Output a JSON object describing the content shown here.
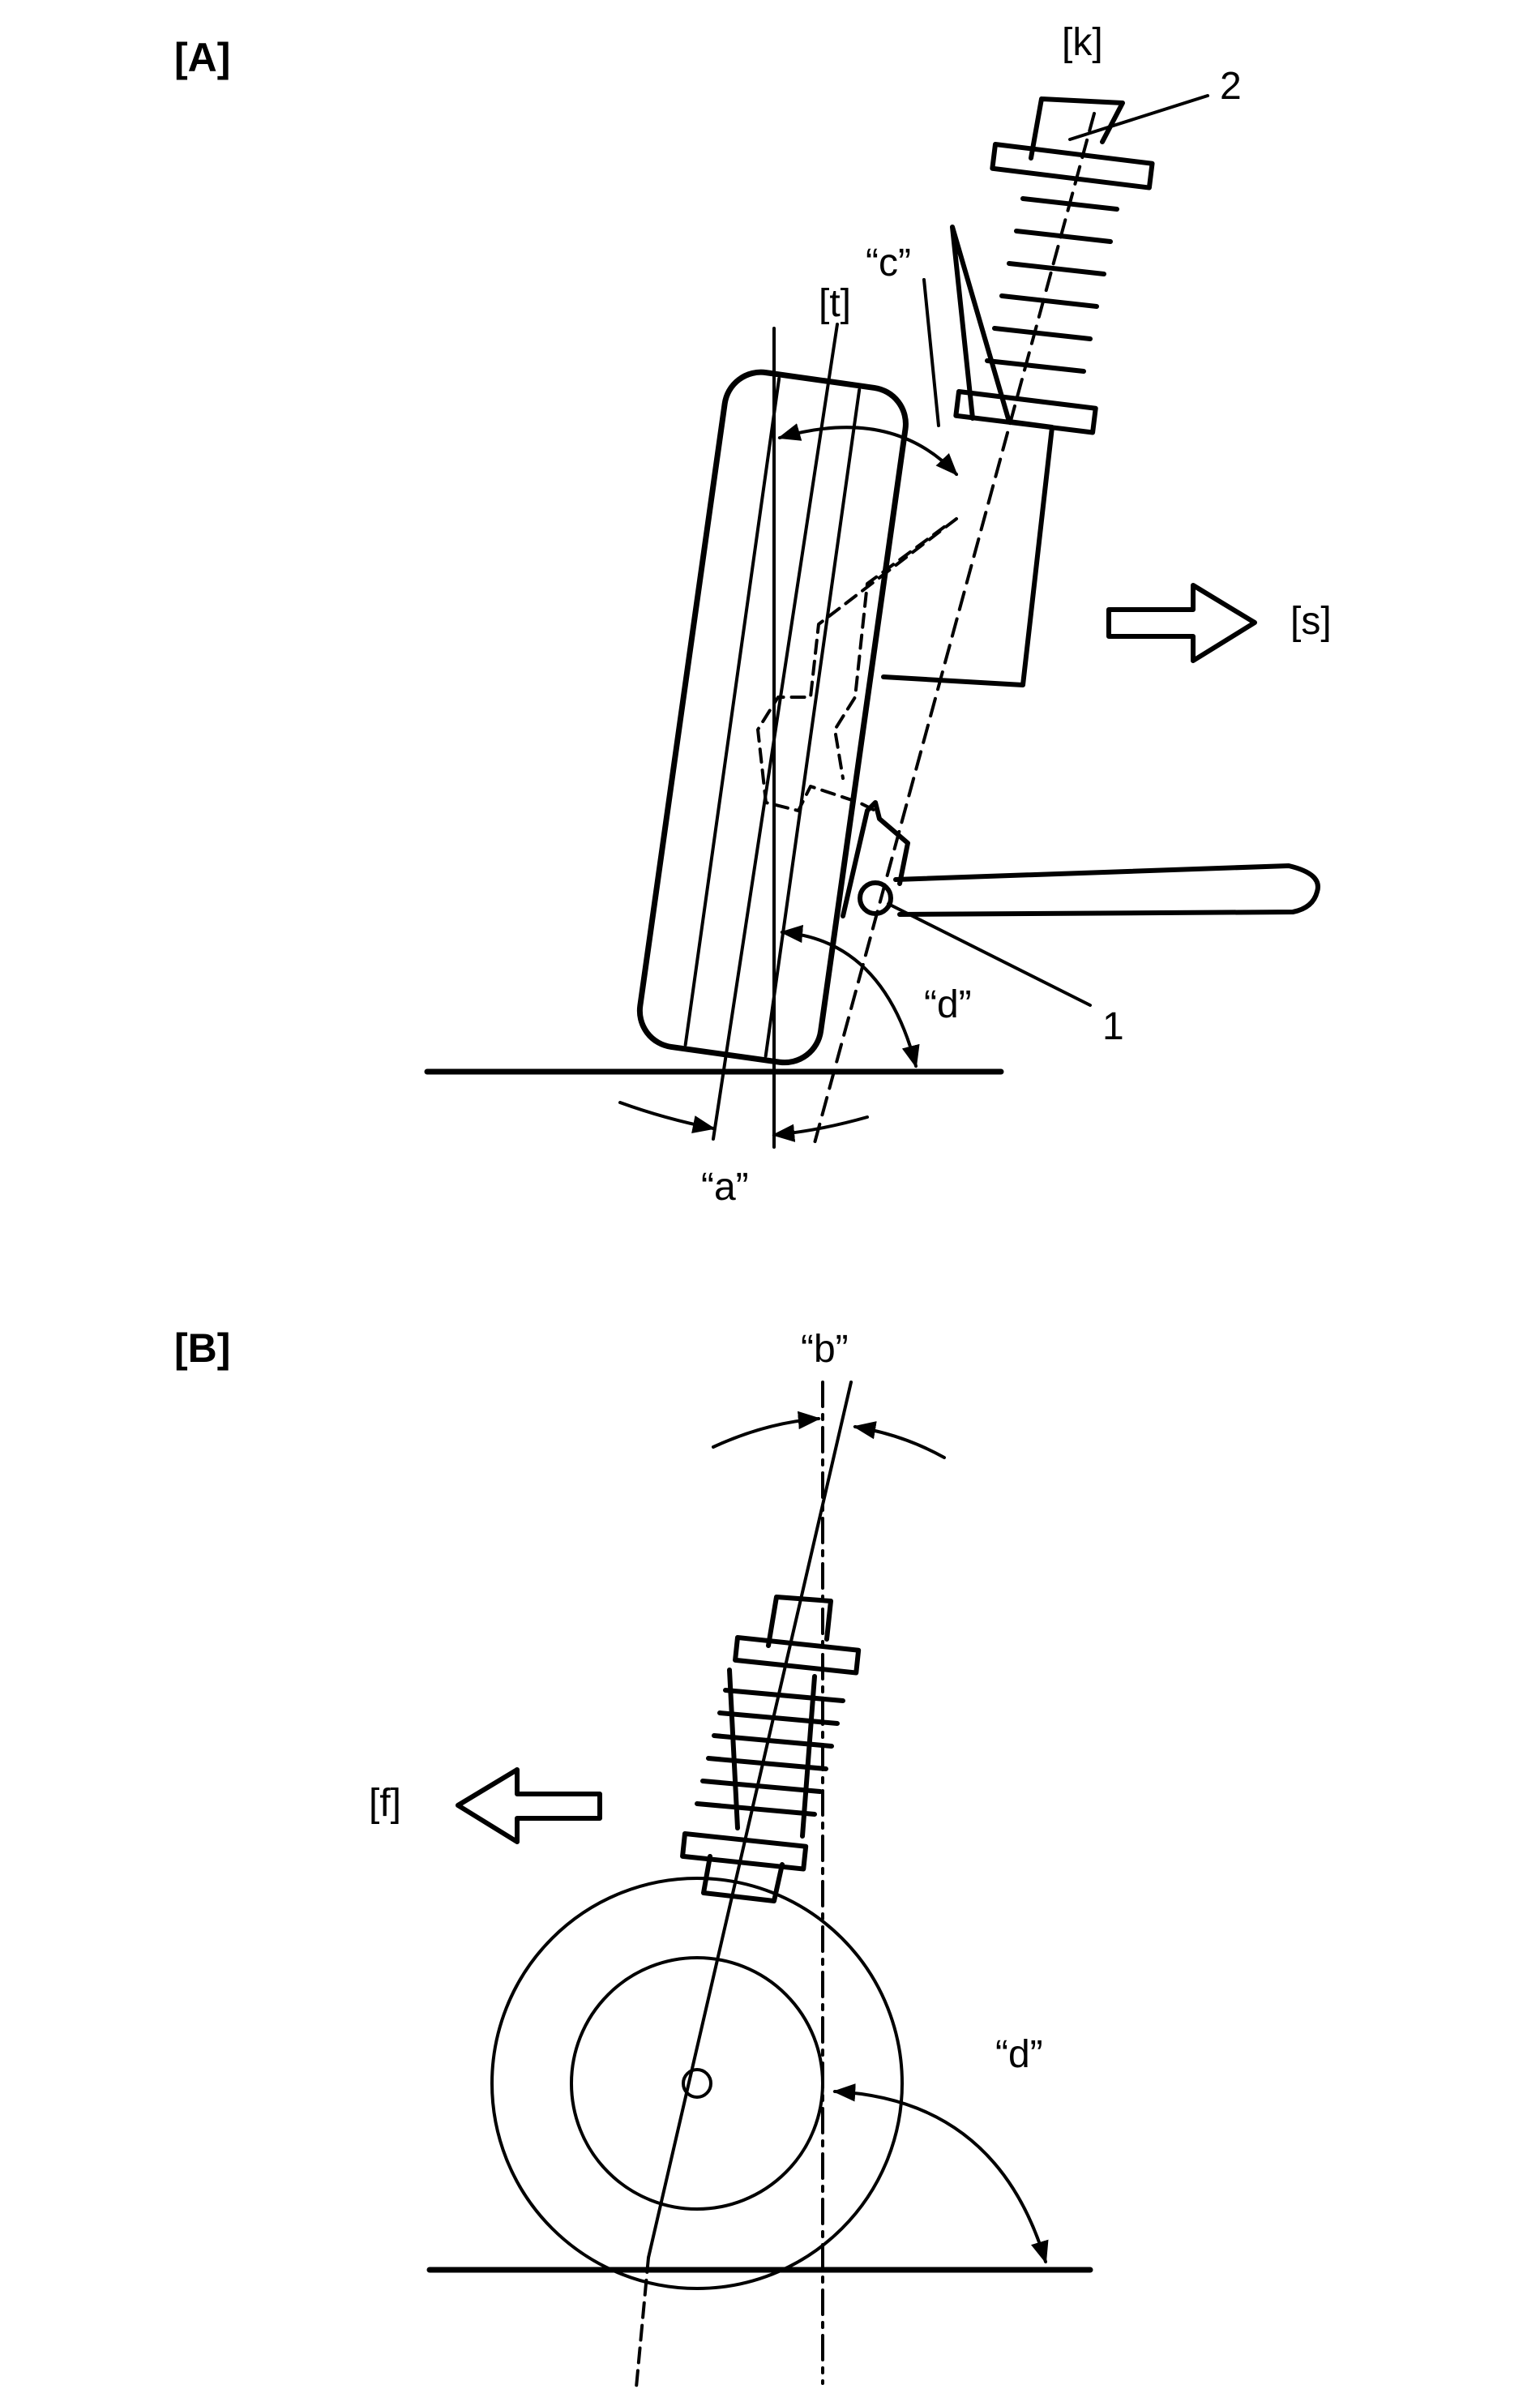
{
  "panel_a": {
    "label": "[A]",
    "callout_k": "[k]",
    "callout_2": "2",
    "callout_t": "[t]",
    "callout_c": "“c”",
    "callout_s": "[s]",
    "callout_1": "1",
    "callout_d": "“d”",
    "callout_a": "“a”"
  },
  "panel_b": {
    "label": "[B]",
    "callout_b": "“b”",
    "callout_f": "[f]",
    "callout_d": "“d”"
  }
}
